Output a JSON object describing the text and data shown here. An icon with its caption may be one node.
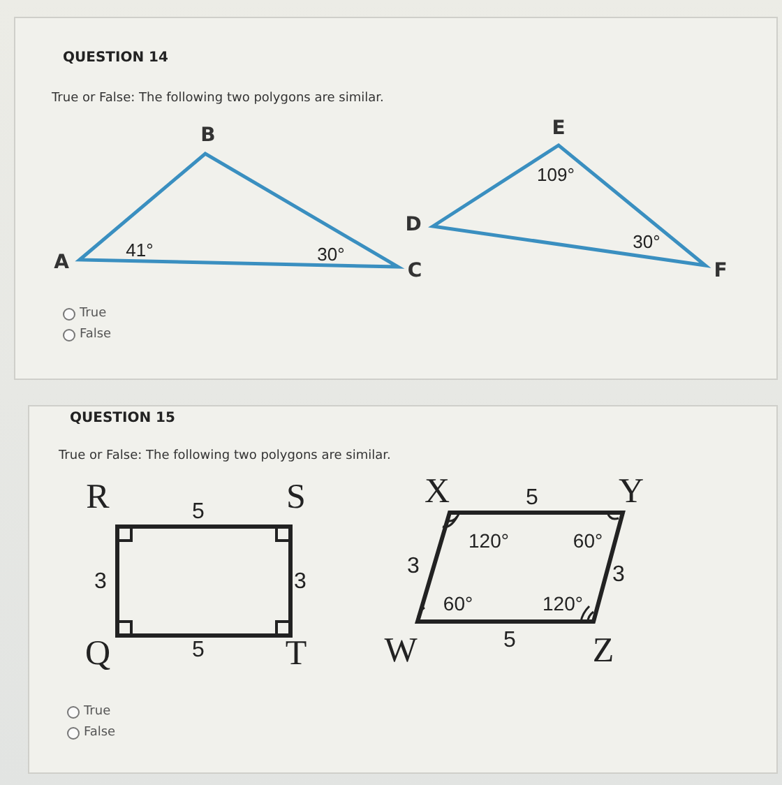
{
  "diagram": {
    "labels": [
      "QUESTION 14",
      "True or False: The following two polygons are similar.",
      "B",
      "E",
      "109°",
      "D",
      "A",
      "41°",
      "30°",
      "C",
      "30°",
      "F",
      "True",
      "False",
      "QUESTION 15",
      "True or False: The following two polygons are similar.",
      "R",
      "5",
      "S",
      "X",
      "5",
      "Y",
      "120°",
      "60°",
      "3",
      "3",
      "3",
      "3",
      "60°",
      "120°",
      "Q",
      "5",
      "T",
      "W",
      "5",
      "Z",
      "True",
      "False"
    ]
  }
}
